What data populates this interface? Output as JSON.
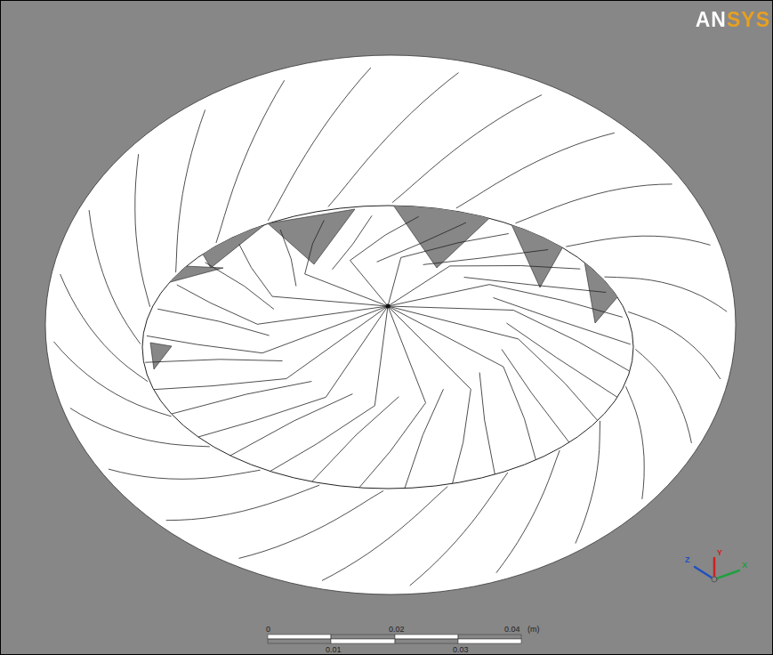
{
  "diagram": {
    "labels": [
      "ANSYS",
      "0",
      "0.02",
      "0.04",
      "(m)",
      "0.01",
      "0.03",
      "Z",
      "Y",
      "X"
    ]
  }
}
